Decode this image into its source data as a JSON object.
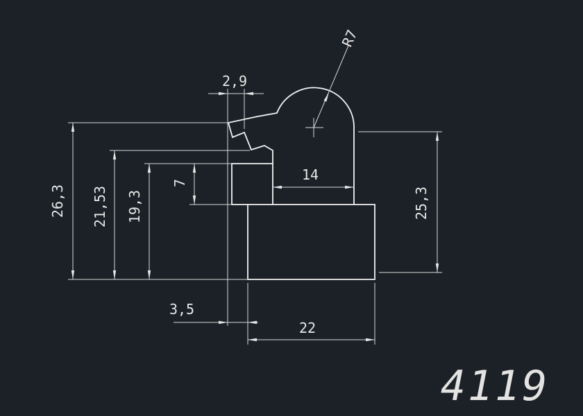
{
  "drawing": {
    "type": "profile-cross-section",
    "part_number": "4119",
    "colors": {
      "background": "#1c2127",
      "line": "#f2f2f2",
      "text": "#e8e8e8"
    },
    "dimensions": {
      "top_notch_width": "2,9",
      "dome_radius": "R7",
      "channel_inner_width": "14",
      "overall_height": "26,3",
      "hook_height": "21,53",
      "shoulder_height": "19,3",
      "block_height": "7",
      "right_height": "25,3",
      "left_offset": "3,5",
      "base_width": "22"
    }
  }
}
